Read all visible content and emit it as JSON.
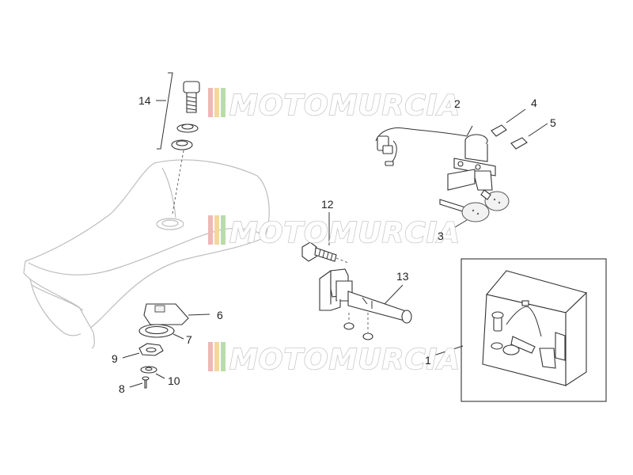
{
  "watermark": {
    "text": "MOTOMURCIA",
    "stripe_colors": [
      "#f2b6b6",
      "#f4d79a",
      "#b9dca8"
    ]
  },
  "callouts": [
    "1",
    "2",
    "3",
    "4",
    "5",
    "6",
    "7",
    "8",
    "9",
    "10",
    "12",
    "13",
    "14"
  ]
}
